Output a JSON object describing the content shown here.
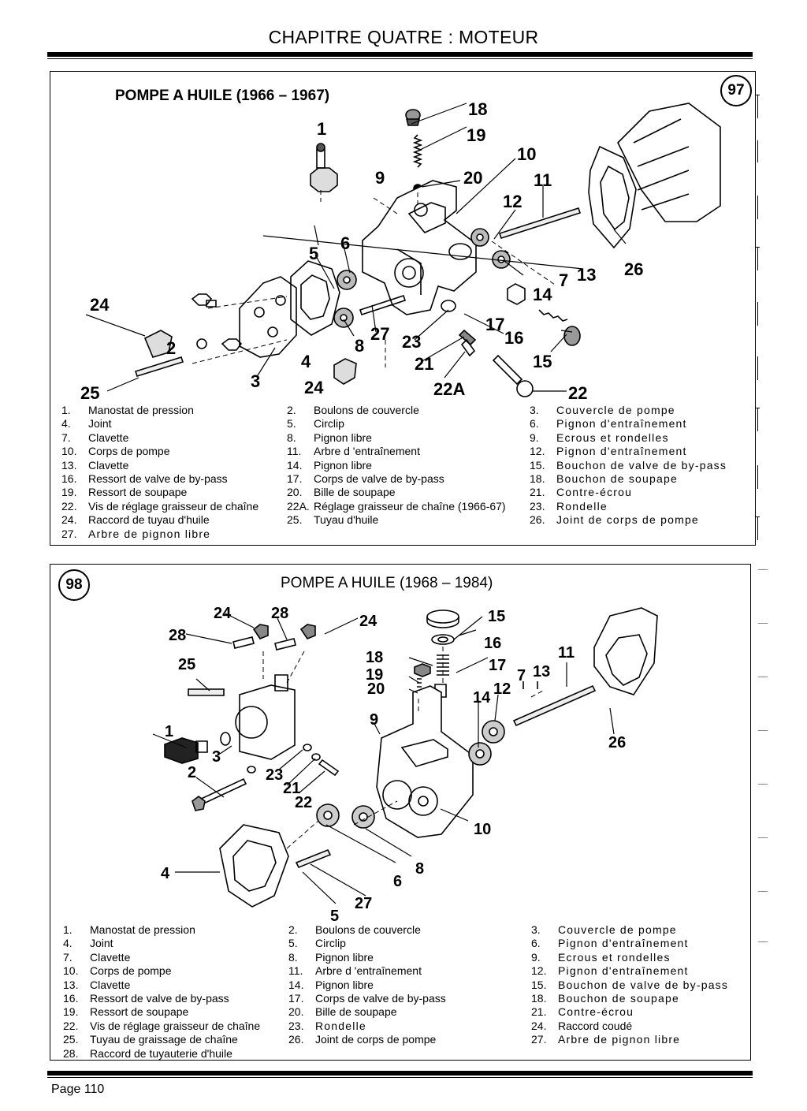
{
  "header": {
    "chapter_title": "CHAPITRE QUATRE : MOTEUR"
  },
  "figure97": {
    "title": "POMPE A HUILE (1966 – 1967)",
    "badge": "97",
    "callouts": [
      "1",
      "18",
      "19",
      "9",
      "20",
      "10",
      "11",
      "12",
      "5",
      "6",
      "24",
      "13",
      "26",
      "7",
      "14",
      "17",
      "2",
      "27",
      "16",
      "23",
      "8",
      "15",
      "4",
      "21",
      "25",
      "3",
      "24",
      "22A",
      "22"
    ],
    "legend": [
      [
        [
          "1.",
          "Manostat de pression"
        ],
        [
          "4.",
          "Joint"
        ],
        [
          "7.",
          "Clavette"
        ],
        [
          "10.",
          "Corps de pompe"
        ],
        [
          "13.",
          "Clavette"
        ],
        [
          "16.",
          "Ressort de valve de by-pass"
        ],
        [
          "19.",
          "Ressort de soupape"
        ],
        [
          "22.",
          "Vis de réglage graisseur de chaîne"
        ],
        [
          "24.",
          "Raccord de tuyau d'huile"
        ],
        [
          "27.",
          "Arbre de pignon libre"
        ]
      ],
      [
        [
          "2.",
          "Boulons de couvercle"
        ],
        [
          "5.",
          "Circlip"
        ],
        [
          "8.",
          "Pignon libre"
        ],
        [
          "11.",
          "Arbre d 'entraînement"
        ],
        [
          "14.",
          "Pignon libre"
        ],
        [
          "17.",
          "Corps de valve de by-pass"
        ],
        [
          "20.",
          "Bille de soupape"
        ],
        [
          "22A.",
          "Réglage graisseur de chaîne (1966-67)"
        ],
        [
          "25.",
          "Tuyau d'huile"
        ]
      ],
      [
        [
          "3.",
          "Couvercle de pompe"
        ],
        [
          "6.",
          "Pignon d'entraînement"
        ],
        [
          "9.",
          "Ecrous et rondelles"
        ],
        [
          "12.",
          "Pignon d'entraînement"
        ],
        [
          "15.",
          "Bouchon de valve de by-pass"
        ],
        [
          "18.",
          "Bouchon de soupape"
        ],
        [
          "21.",
          "Contre-écrou"
        ],
        [
          "23.",
          "Rondelle"
        ],
        [
          "26.",
          "Joint de corps de pompe"
        ]
      ]
    ]
  },
  "figure98": {
    "title": "POMPE A HUILE (1968 – 1984)",
    "badge": "98",
    "callouts": [
      "24",
      "28",
      "24",
      "15",
      "28",
      "16",
      "25",
      "18",
      "17",
      "11",
      "7",
      "13",
      "19",
      "20",
      "12",
      "14",
      "9",
      "1",
      "26",
      "3",
      "23",
      "2",
      "21",
      "22",
      "10",
      "8",
      "4",
      "6",
      "27",
      "5"
    ],
    "legend": [
      [
        [
          "1.",
          "Manostat de pression"
        ],
        [
          "4.",
          "Joint"
        ],
        [
          "7.",
          "Clavette"
        ],
        [
          "10.",
          "Corps de pompe"
        ],
        [
          "13.",
          "Clavette"
        ],
        [
          "16.",
          "Ressort de valve de by-pass"
        ],
        [
          "19.",
          "Ressort de soupape"
        ],
        [
          "22.",
          "Vis de réglage graisseur de chaîne"
        ],
        [
          "25.",
          "Tuyau de graissage de chaîne"
        ],
        [
          "28.",
          "Raccord de tuyauterie d'huile"
        ]
      ],
      [
        [
          "2.",
          "Boulons de couvercle"
        ],
        [
          "5.",
          "Circlip"
        ],
        [
          "8.",
          "Pignon libre"
        ],
        [
          "11.",
          "Arbre d 'entraînement"
        ],
        [
          "14.",
          "Pignon libre"
        ],
        [
          "17.",
          "Corps de valve de by-pass"
        ],
        [
          "20.",
          "Bille de soupape"
        ],
        [
          "23.",
          "Rondelle"
        ],
        [
          "26.",
          "Joint de corps de pompe"
        ]
      ],
      [
        [
          "3.",
          "Couvercle de pompe"
        ],
        [
          "6.",
          "Pignon d'entraînement"
        ],
        [
          "9.",
          "Ecrous et rondelles"
        ],
        [
          "12.",
          "Pignon d'entraînement"
        ],
        [
          "15.",
          "Bouchon de valve de by-pass"
        ],
        [
          "18.",
          "Bouchon de soupape"
        ],
        [
          "21.",
          "Contre-écrou"
        ],
        [
          "24.",
          "Raccord coudé"
        ],
        [
          "27.",
          "Arbre de pignon libre"
        ]
      ]
    ]
  },
  "footer": {
    "page_label": "Page 110"
  }
}
